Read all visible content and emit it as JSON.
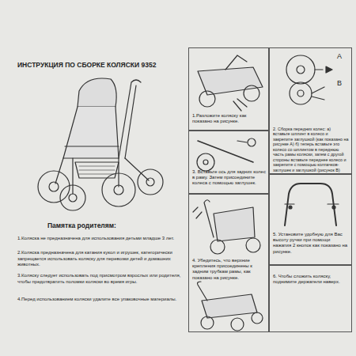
{
  "diagram": {
    "title": "ИНСТРУКЦИЯ ПО СБОРКЕ КОЛЯСКИ 9352",
    "nodes": [
      {
        "text": [
          "1.Разложите коляску как показано на рисунке."
        ]
      },
      {
        "text": [
          "2. Сборка передних колес: а) вставьте шплинт в колесо и закрепите заглушкой (как показано на рисунке А) б) теперь вставьте это колесо со шплинтом в переднюю часть рамы коляски, затем с другой стороны вставьте переднее колесо и закрепите с помощью колпачков-заглушек и заглушкой (рисунок В)"
        ]
      },
      {
        "text": [
          "3. Вставьте ось для задних колес в раму. Затем присоедините колеса с помощью заглушек."
        ]
      },
      {
        "text": [
          "4. Убедитесь, что верхние крепления присоединены к задним трубкам рамы, как показано на рисунке."
        ]
      },
      {
        "text": [
          "5. Установите удобную для Вас высоту ручки при помощи нажатия 2 кнопок как показано на рисунке."
        ]
      },
      {
        "text": [
          "6. Чтобы сложить коляску, поднимите держатели наверх."
        ]
      }
    ],
    "labels": [
      "A",
      "B",
      "Памятка родителям:",
      "1.Коляска не предназначена для использования детьми младше 3 лет.",
      "2.Коляска предназначена для катания кукол и игрушек, категорически запрещается использовать коляску для перевозки детей и домашних животных.",
      "3.Коляску следует использовать под присмотром взрослых или родителя, чтобы предотвратить поломки коляски во время игры.",
      "4.Перед использованием коляски удалите все упаковочные материалы."
    ]
  }
}
